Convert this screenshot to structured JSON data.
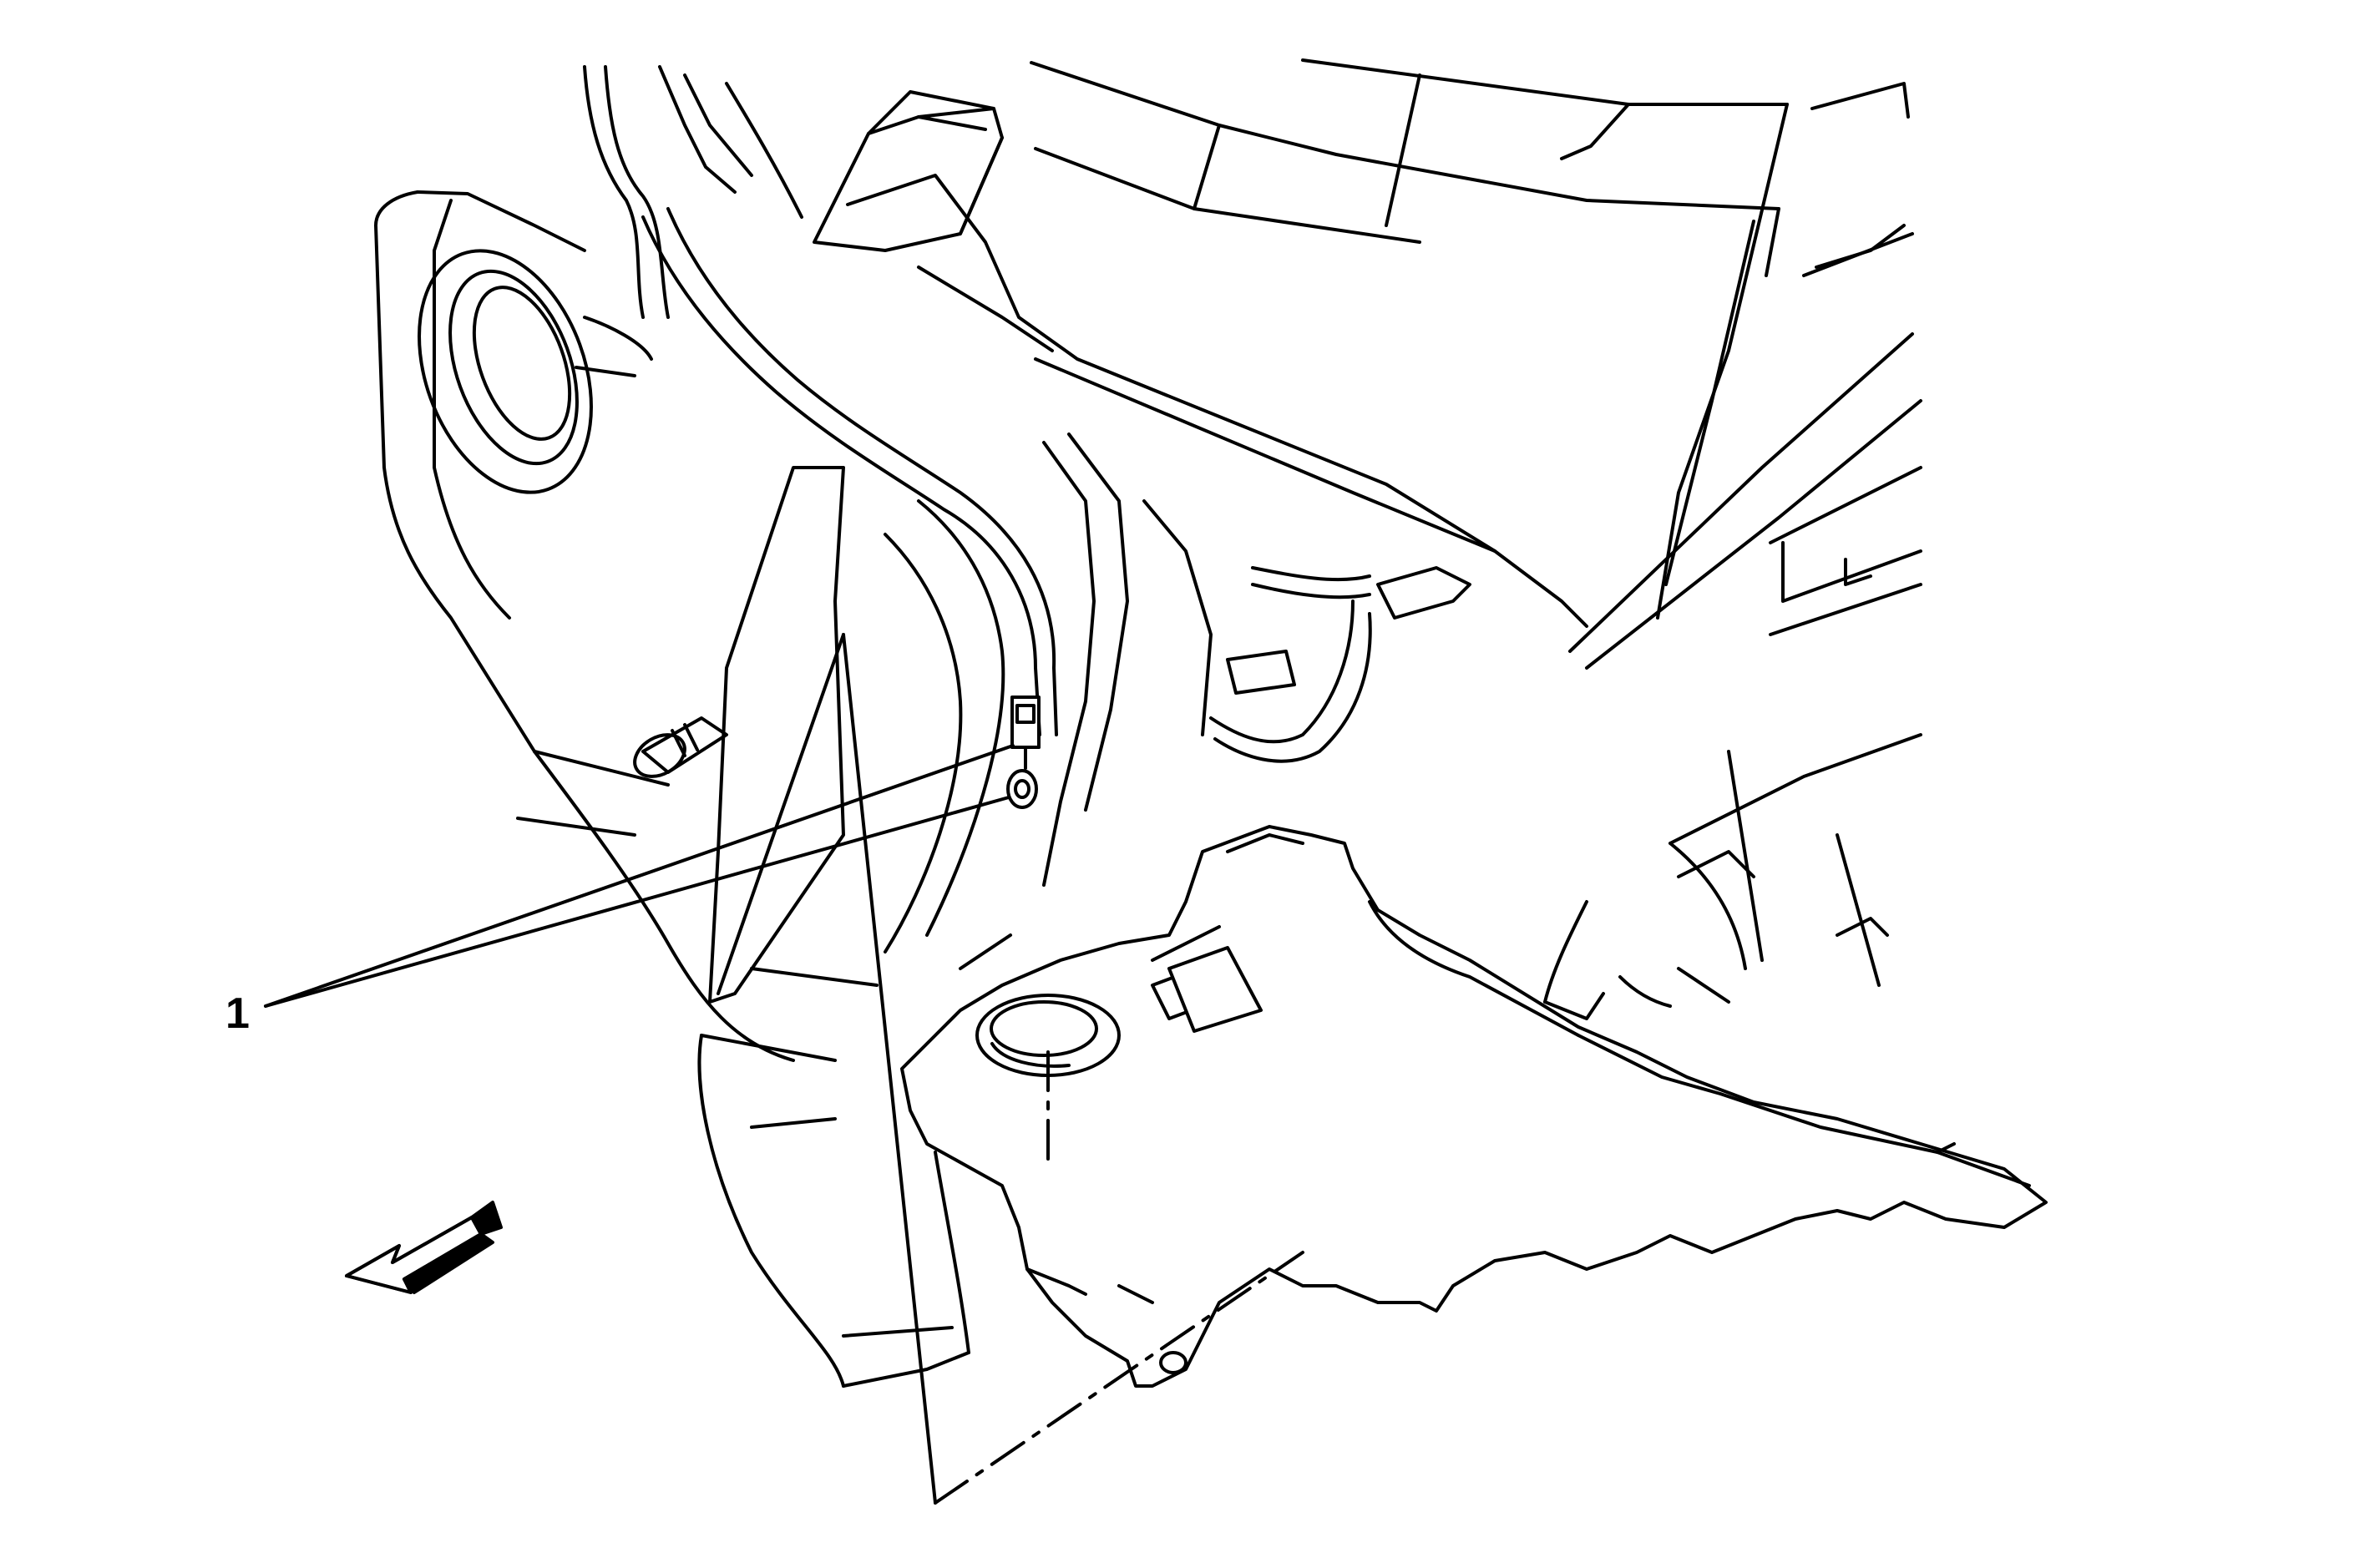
{
  "callouts": [
    {
      "label": "1",
      "target": "ground-connector"
    }
  ],
  "orientation_arrow": {
    "meaning": "vehicle-front",
    "direction": "lower-left"
  },
  "colors": {
    "line": "#000000",
    "background": "#ffffff"
  }
}
